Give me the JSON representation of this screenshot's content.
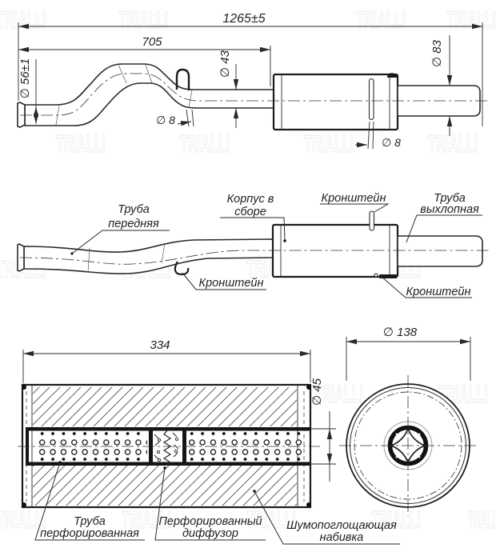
{
  "watermark_text": "TRIALLI",
  "top_view": {
    "dim_overall": "1265±5",
    "dim_front_pipe": "705",
    "dim_inlet_diameter": "∅ 56±1",
    "dim_pipe_diameter": "∅ 43",
    "dim_bracket_rod": "∅ 8",
    "dim_body_diameter": "∅ 83",
    "dim_pin_rod": "∅ 8"
  },
  "middle_view": {
    "label_front_pipe": [
      "Труба",
      "передняя"
    ],
    "label_body": [
      "Корпус в",
      "сборе"
    ],
    "label_bracket_top": "Кронштейн",
    "label_exhaust_pipe": [
      "Труба",
      "выхлопная"
    ],
    "label_bracket_left": "Кронштейн",
    "label_bracket_right": "Кронштейн"
  },
  "section_view": {
    "dim_length": "334",
    "dim_pipe_diameter": "∅ 45",
    "label_perforated_pipe": [
      "Труба",
      "перфорированная"
    ],
    "label_diffuser": [
      "Перфорированный",
      "диффузор"
    ],
    "label_padding": [
      "Шумопоглощающая",
      "набивка"
    ]
  },
  "end_view": {
    "dim_diameter": "∅ 138"
  }
}
